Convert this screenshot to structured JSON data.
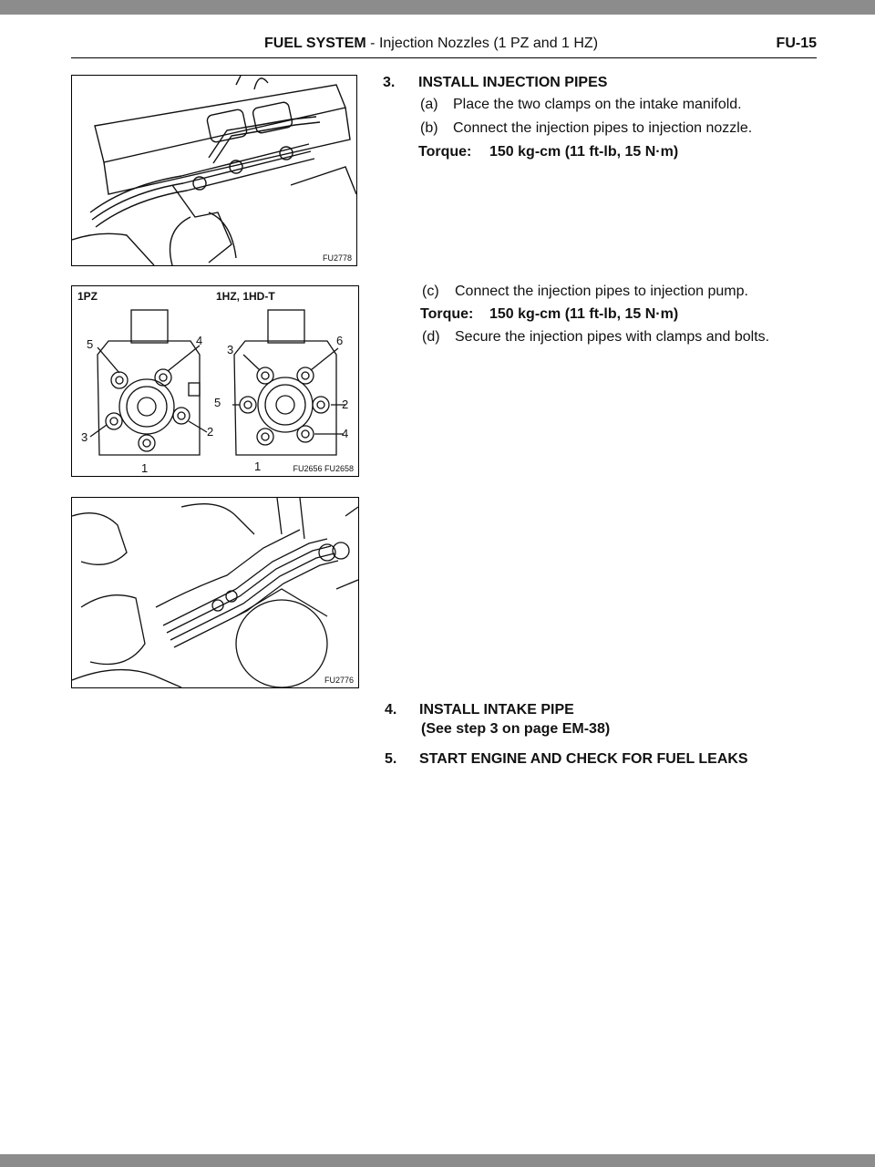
{
  "header": {
    "section": "FUEL SYSTEM",
    "subtitle": " - Injection Nozzles (1 PZ and 1 HZ)",
    "page": "FU-15"
  },
  "figures": {
    "fig1": {
      "code": "FU2778"
    },
    "fig2": {
      "code": "FU2656 FU2658",
      "label_left": "1PZ",
      "label_right": "1HZ, 1HD-T",
      "left_numbers": [
        "5",
        "4",
        "3",
        "2",
        "1"
      ],
      "right_numbers": [
        "3",
        "6",
        "5",
        "2",
        "4",
        "1"
      ]
    },
    "fig3": {
      "code": "FU2776"
    }
  },
  "step3": {
    "num": "3.",
    "title": "INSTALL INJECTION PIPES",
    "a_label": "(a)",
    "a_text": "Place the two clamps on the intake manifold.",
    "b_label": "(b)",
    "b_text": "Connect the injection pipes to injection nozzle.",
    "torque1_label": "Torque:",
    "torque1_value": "150 kg-cm (11 ft-lb, 15 N·m)",
    "c_label": "(c)",
    "c_text": "Connect the injection pipes to injection pump.",
    "torque2_label": "Torque:",
    "torque2_value": "150 kg-cm (11 ft-lb, 15 N·m)",
    "d_label": "(d)",
    "d_text": "Secure the injection pipes with clamps and bolts."
  },
  "step4": {
    "num": "4.",
    "title": "INSTALL INTAKE PIPE",
    "note": "(See step 3 on page EM-38)"
  },
  "step5": {
    "num": "5.",
    "title": "START ENGINE AND CHECK FOR FUEL LEAKS"
  },
  "icons": [
    "engine-manifold-illustration",
    "injection-pump-diagram",
    "engine-pipes-illustration"
  ]
}
